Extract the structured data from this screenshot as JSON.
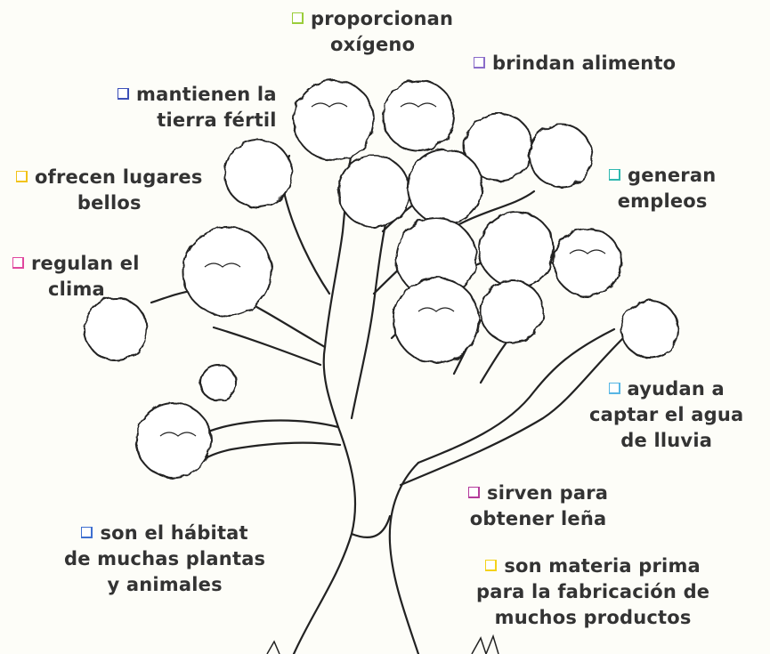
{
  "labels": [
    {
      "id": "oxigeno",
      "lines": [
        "proporcionan",
        "oxígeno"
      ],
      "color": "#9acd3a"
    },
    {
      "id": "alimento",
      "lines": [
        "brindan alimento"
      ],
      "color": "#8a6cc9"
    },
    {
      "id": "tierra",
      "lines": [
        "mantienen la",
        "tierra fértil"
      ],
      "color": "#3c4fb8"
    },
    {
      "id": "lugares",
      "lines": [
        "ofrecen lugares",
        "bellos"
      ],
      "color": "#f2c318"
    },
    {
      "id": "empleos",
      "lines": [
        "generan",
        "empleos"
      ],
      "color": "#2fb8b0"
    },
    {
      "id": "clima",
      "lines": [
        "regulan el",
        "clima"
      ],
      "color": "#e0479e"
    },
    {
      "id": "agua",
      "lines": [
        "ayudan a",
        "captar el agua",
        "de lluvia"
      ],
      "color": "#57b6e4"
    },
    {
      "id": "lena",
      "lines": [
        "sirven para",
        "obtener leña"
      ],
      "color": "#b43c9c"
    },
    {
      "id": "habitat",
      "lines": [
        "son el hábitat",
        "de muchas plantas",
        "y animales"
      ],
      "color": "#3e6fd0"
    },
    {
      "id": "materia",
      "lines": [
        "son materia prima",
        "para la fabricación de",
        "muchos productos"
      ],
      "color": "#f4d21a"
    }
  ]
}
